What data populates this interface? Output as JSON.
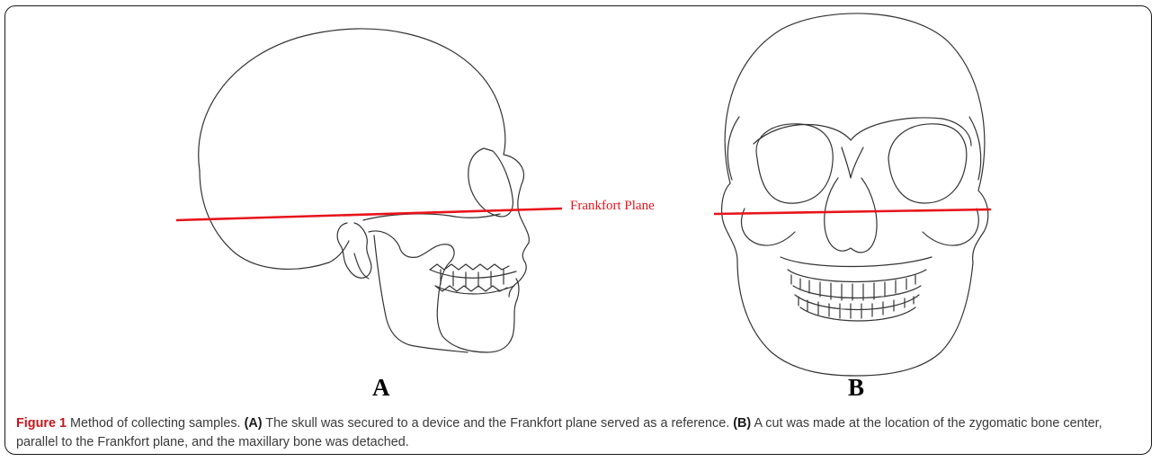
{
  "figure": {
    "plane_label": "Frankfort Plane",
    "panel_a_letter": "A",
    "panel_b_letter": "B",
    "caption": {
      "label": "Figure 1",
      "title": "Method of collecting samples.",
      "part_a_tag": "(A)",
      "part_a_text": "The skull was secured to a device and the Frankfort plane served as a reference.",
      "part_b_tag": "(B)",
      "part_b_text": "A cut was made at the location of the zygomatic bone center, parallel to the Frankfort plane, and the maxillary bone was detached."
    }
  },
  "colors": {
    "plane_line": "#e8141b",
    "caption_label": "#c4161c",
    "line_art": "#333333"
  }
}
